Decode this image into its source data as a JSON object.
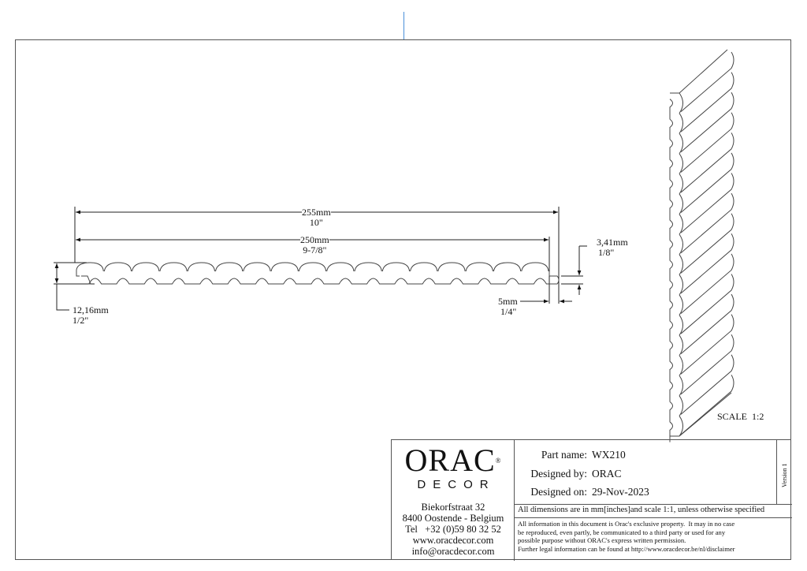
{
  "drawing": {
    "dim_overall": {
      "mm": "255mm",
      "in": "10\""
    },
    "dim_face": {
      "mm": "250mm",
      "in": "9-7/8\""
    },
    "dim_thickness": {
      "mm": "12,16mm",
      "in": "1/2\""
    },
    "dim_tongue_thickness": {
      "mm": "3,41mm",
      "in": "1/8\""
    },
    "dim_tongue_length": {
      "mm": "5mm",
      "in": "1/4\""
    },
    "scale": "SCALE  1:2",
    "flute_count": 17
  },
  "title_block": {
    "logo": {
      "brand": "ORAC",
      "reg": "®",
      "sub": "DECOR"
    },
    "address": [
      "Biekorfstraat 32",
      "8400 Oostende - Belgium",
      "Tel   +32 (0)59 80 32 52",
      "www.oracdecor.com",
      "info@oracdecor.com"
    ],
    "part_name_label": "Part name:",
    "part_name": "WX210",
    "designed_by_label": "Designed by:",
    "designed_by": "ORAC",
    "designed_on_label": "Designed on:",
    "designed_on": "29-Nov-2023",
    "version": "Version 1",
    "dimensions_note": "All dimensions are in mm[inches]and scale 1:1, unless otherwise specified",
    "legal": [
      "All information in this document is Orac's exclusive property.  It may in no case",
      "be reproduced, even partly, be communicated to a third party or used for any",
      "possible purpose without ORAC's express written permission.",
      "Further legal information can be found at http://www.oracdecor.be/nl/disclaimer"
    ]
  }
}
